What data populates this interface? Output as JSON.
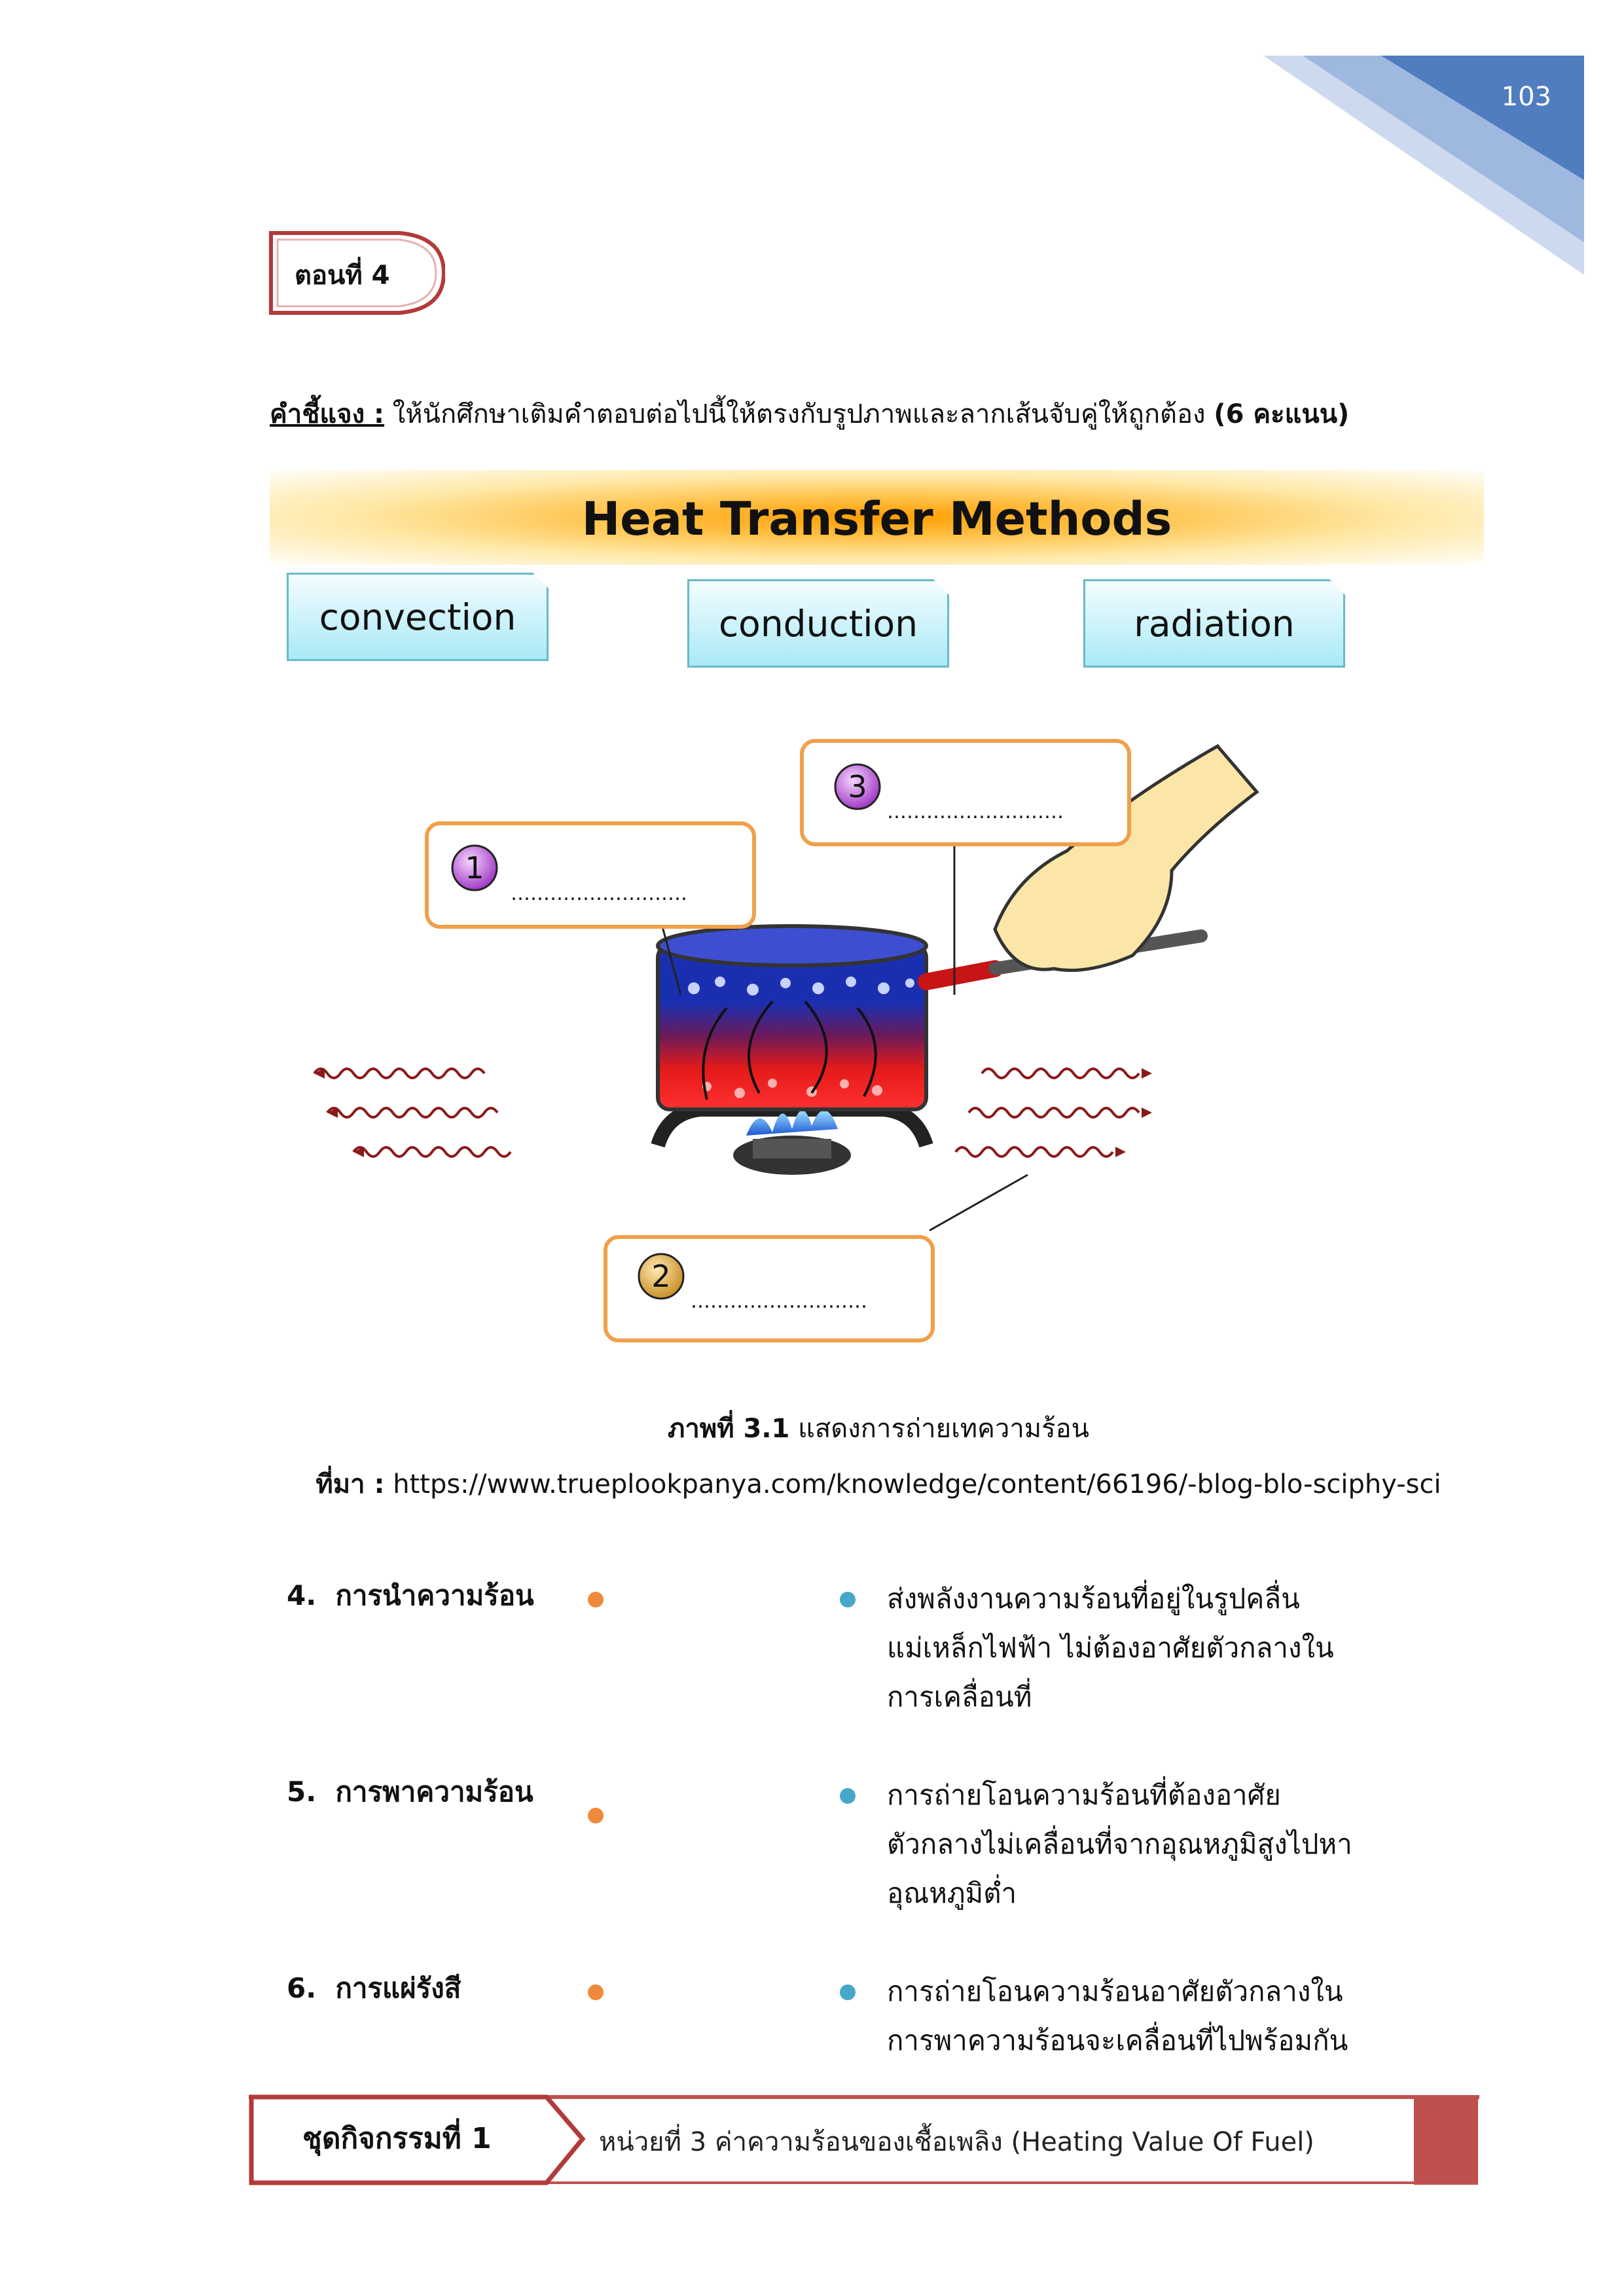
{
  "page": {
    "number": "103"
  },
  "section": {
    "label": "ตอนที่ 4"
  },
  "instruction": {
    "label": "คำชี้แจง :",
    "text": "ให้นักศึกษาเติมคำตอบต่อไปนี้ให้ตรงกับรูปภาพและลากเส้นจับคู่ให้ถูกต้อง",
    "score": "(6 คะแนน)"
  },
  "banner": {
    "title": "Heat Transfer Methods"
  },
  "word_tiles": [
    {
      "label": "convection"
    },
    {
      "label": "conduction"
    },
    {
      "label": "radiation"
    }
  ],
  "diagram": {
    "blanks": [
      {
        "number": "1",
        "placeholder": "………………………"
      },
      {
        "number": "2",
        "placeholder": "………………………"
      },
      {
        "number": "3",
        "placeholder": "………………………"
      }
    ]
  },
  "figure": {
    "caption_label": "ภาพที่ 3.1",
    "caption_text": "แสดงการถ่ายเทความร้อน",
    "source_label": "ที่มา :",
    "source_url": "https://www.trueplookpanya.com/knowledge/content/66196/-blog-blo-sciphy-sci"
  },
  "matching": {
    "left": [
      {
        "num": "4.",
        "label": "การนำความร้อน"
      },
      {
        "num": "5.",
        "label": "การพาความร้อน"
      },
      {
        "num": "6.",
        "label": "การแผ่รังสี"
      }
    ],
    "right": [
      {
        "lines": [
          "ส่งพลังงานความร้อนที่อยู่ในรูปคลื่น",
          "แม่เหล็กไฟฟ้า ไม่ต้องอาศัยตัวกลางใน",
          "การเคลื่อนที่"
        ]
      },
      {
        "lines": [
          "การถ่ายโอนความร้อนที่ต้องอาศัย",
          "ตัวกลางไม่เคลื่อนที่จากอุณหภูมิสูงไปหา",
          "อุณหภูมิต่ำ"
        ]
      },
      {
        "lines": [
          "การถ่ายโอนความร้อนอาศัยตัวกลางใน",
          "การพาความร้อนจะเคลื่อนที่ไปพร้อมกัน"
        ]
      }
    ]
  },
  "footer": {
    "label": "ชุดกิจกรรมที่ 1",
    "text": "หน่วยที่ 3 ค่าความร้อนของเชื้อเพลิง (Heating Value Of Fuel)"
  },
  "colors": {
    "accent_blue": "#4f7dbf",
    "accent_red": "#c0504d",
    "box_orange": "#f0a04b",
    "tile_cyan": "#a9e9f6"
  }
}
